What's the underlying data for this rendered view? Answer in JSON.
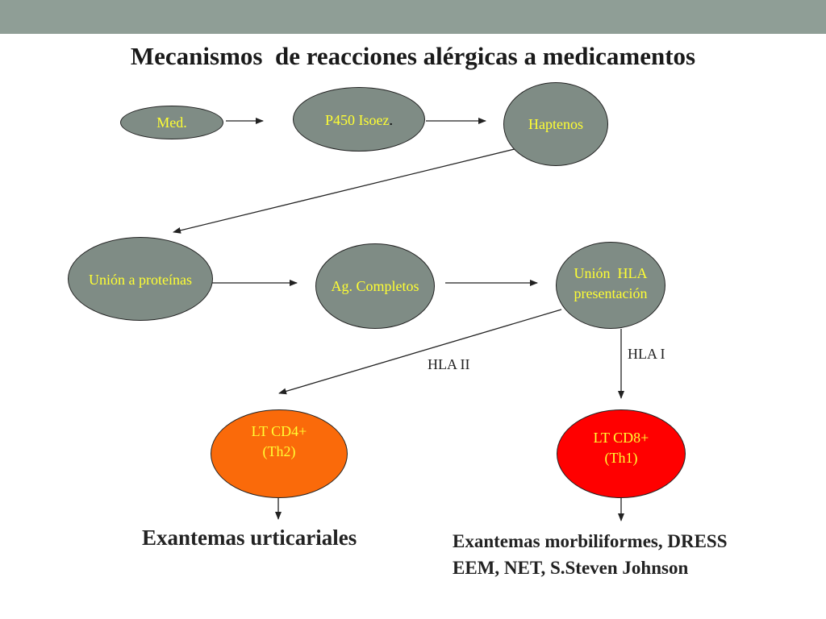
{
  "colors": {
    "header_bar": "#8f9e96",
    "node_grey": "#7f8c85",
    "node_orange": "#fa6a0a",
    "node_red": "#ff0000",
    "node_text": "#ffff33"
  },
  "title": "Mecanismos  de reacciones alérgicas a medicamentos",
  "nodes": {
    "med": "Med.",
    "p450": "P450 Isoez",
    "p450_suffix": ".",
    "haptenos": "Haptenos",
    "union_proteinas": "Unión a proteínas",
    "ag_completos": "Ag. Completos",
    "union_hla": "Unión  HLA\npresentación",
    "lt_cd4": "LT CD4+\n(Th2)",
    "lt_cd8": "LT CD8+\n(Th1)"
  },
  "edge_labels": {
    "hla_ii": "HLA II",
    "hla_i": "HLA I"
  },
  "outcomes": {
    "urticariales": "Exantemas urticariales",
    "morbiliformes_line1": "Exantemas morbiliformes, DRESS",
    "morbiliformes_line2": "EEM, NET, S.Steven Johnson"
  }
}
